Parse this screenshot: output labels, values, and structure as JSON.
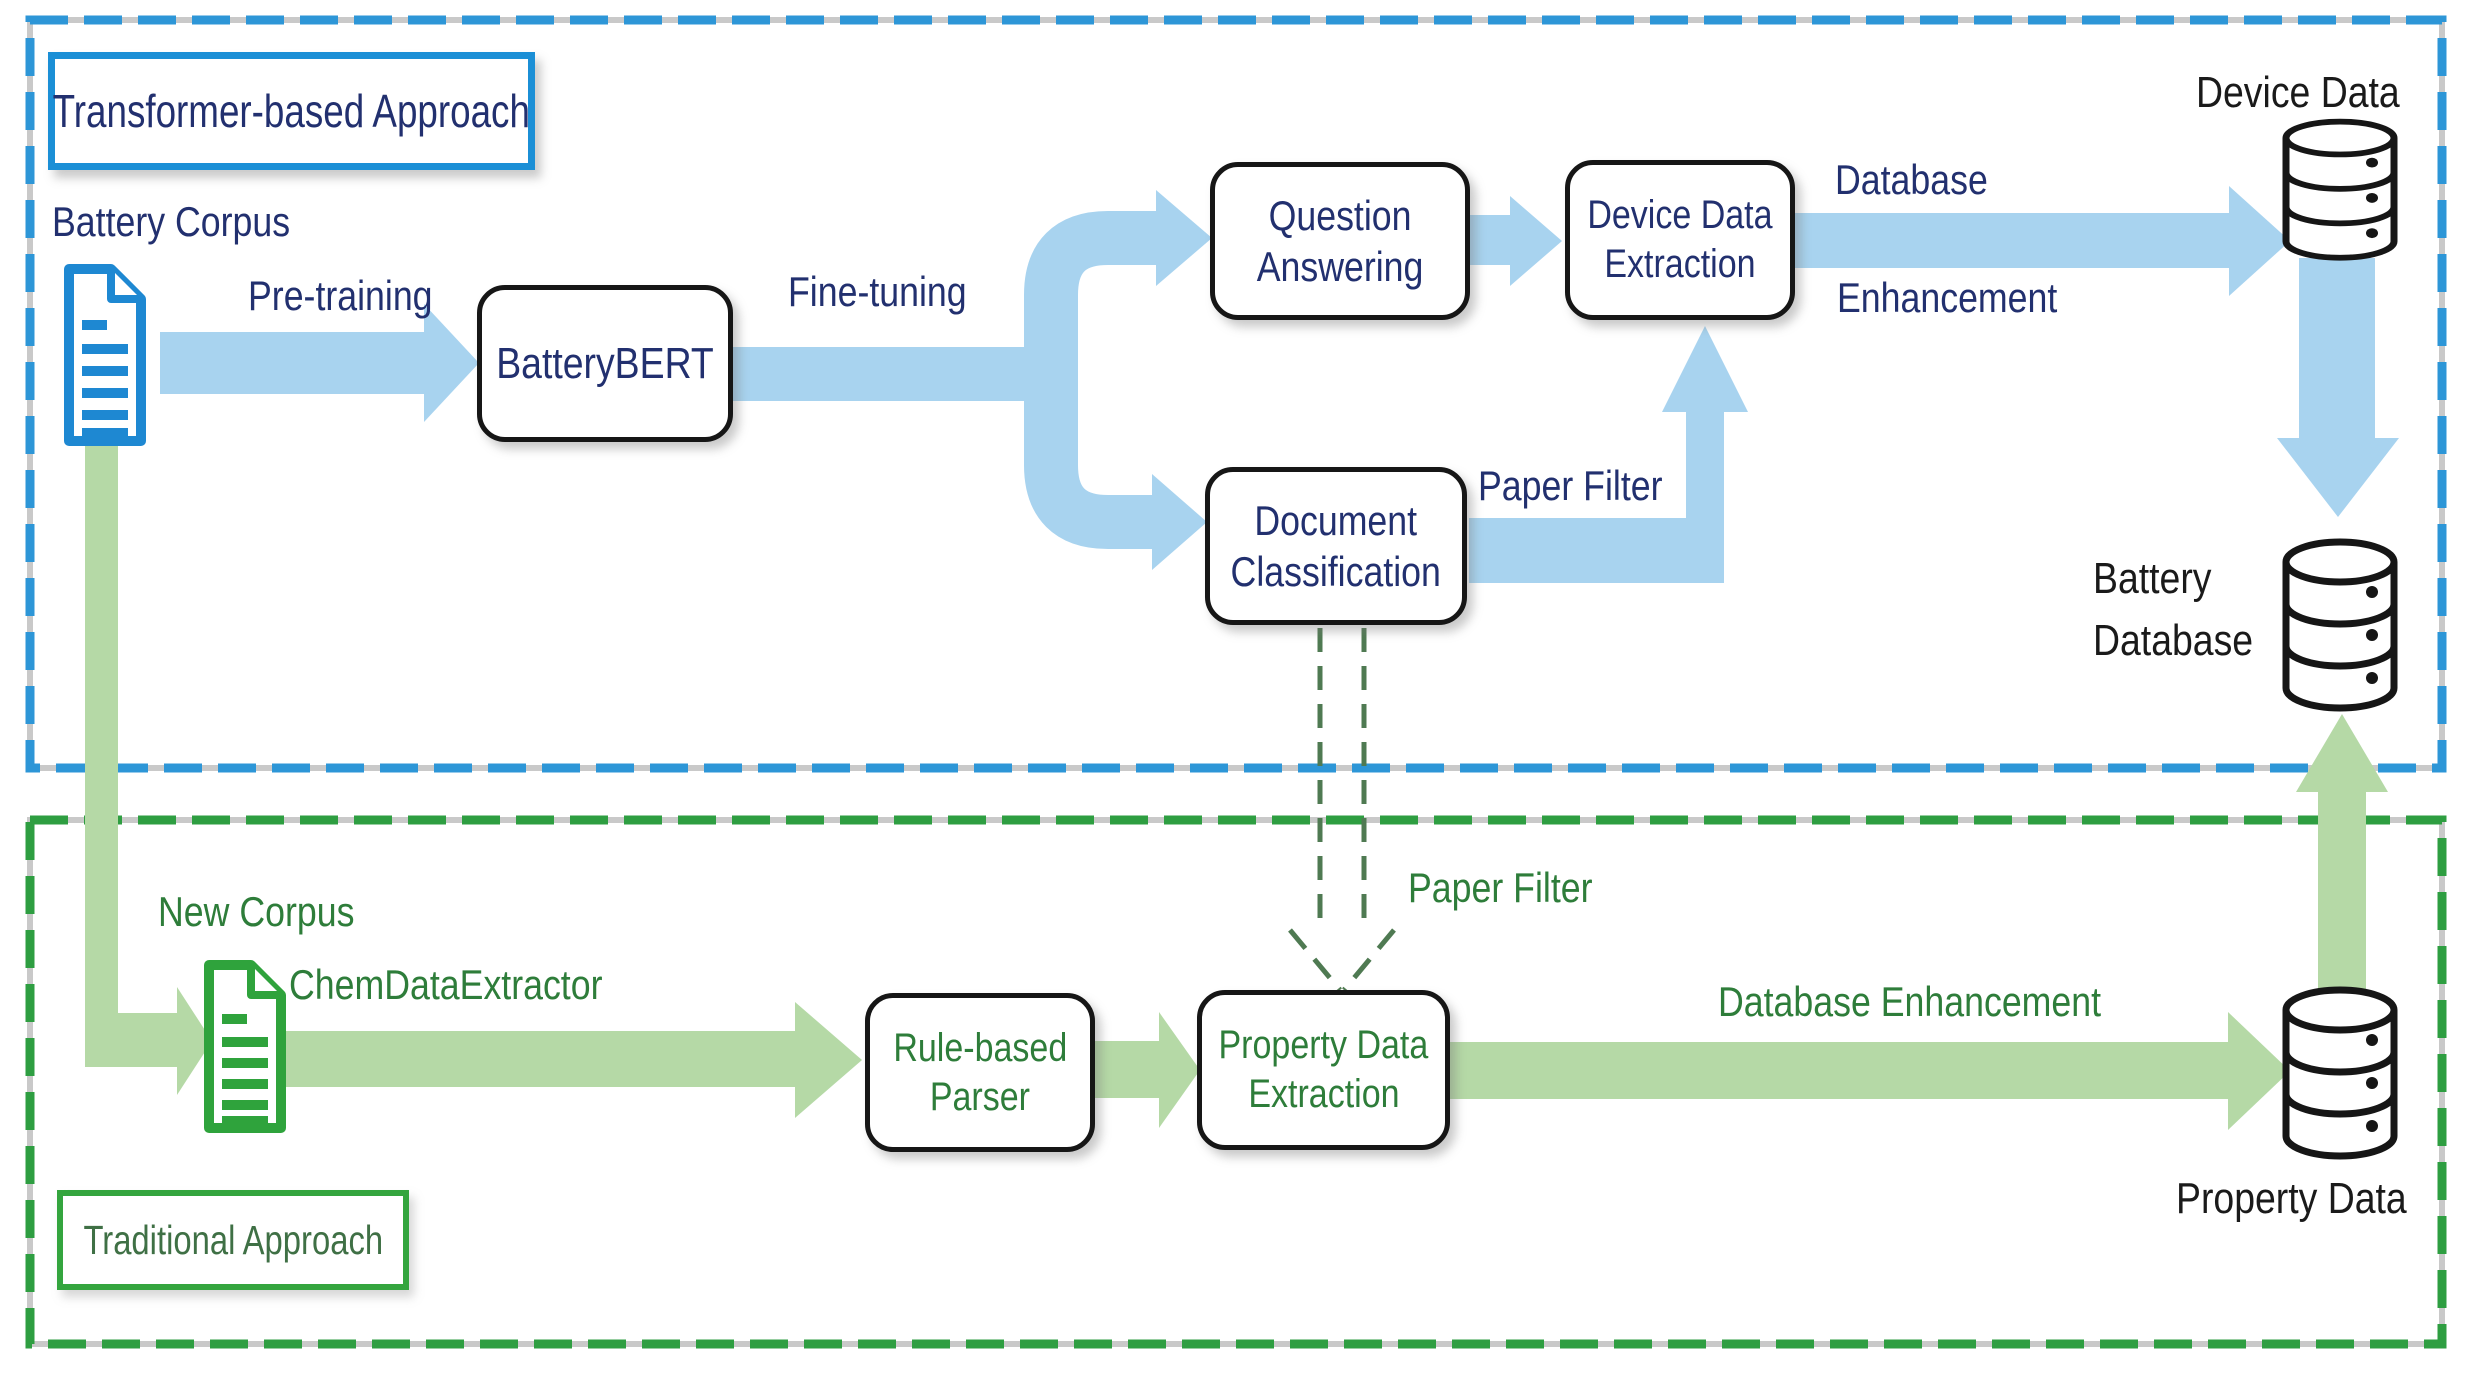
{
  "transformer": {
    "title": "Transformer-based Approach",
    "labels": {
      "battery_corpus": "Battery Corpus",
      "pre_training": "Pre-training",
      "fine_tuning": "Fine-tuning",
      "paper_filter": "Paper Filter",
      "database": "Database",
      "enhancement": "Enhancement",
      "device_data": "Device Data",
      "battery_db_line1": "Battery",
      "battery_db_line2": "Database"
    },
    "nodes": {
      "battery_bert": "BatteryBERT",
      "qa_line1": "Question",
      "qa_line2": "Answering",
      "dde_line1": "Device Data",
      "dde_line2": "Extraction",
      "dc_line1": "Document",
      "dc_line2": "Classification"
    }
  },
  "traditional": {
    "title": "Traditional Approach",
    "labels": {
      "new_corpus": "New Corpus",
      "chem_data_extractor": "ChemDataExtractor",
      "paper_filter": "Paper Filter",
      "database_enhancement": "Database Enhancement",
      "property_data": "Property Data"
    },
    "nodes": {
      "rbp_line1": "Rule-based",
      "rbp_line2": "Parser",
      "pde_line1": "Property Data",
      "pde_line2": "Extraction"
    }
  },
  "colors": {
    "blue_dashed_border": "#2d96d7",
    "green_dashed_border": "#2e9e41",
    "blue_arrow": "#a8d3ef",
    "green_arrow": "#b5d9a6",
    "navy_text": "#22306f",
    "green_text": "#2e7d3a",
    "title_blue_border": "#1b8fd6",
    "title_green_border": "#34a53e",
    "document_icon_blue": "#1e88d2",
    "document_icon_green": "#2fa33c",
    "black_text": "#1a1a1a",
    "dashed_arrow_green": "#4f7a52"
  }
}
